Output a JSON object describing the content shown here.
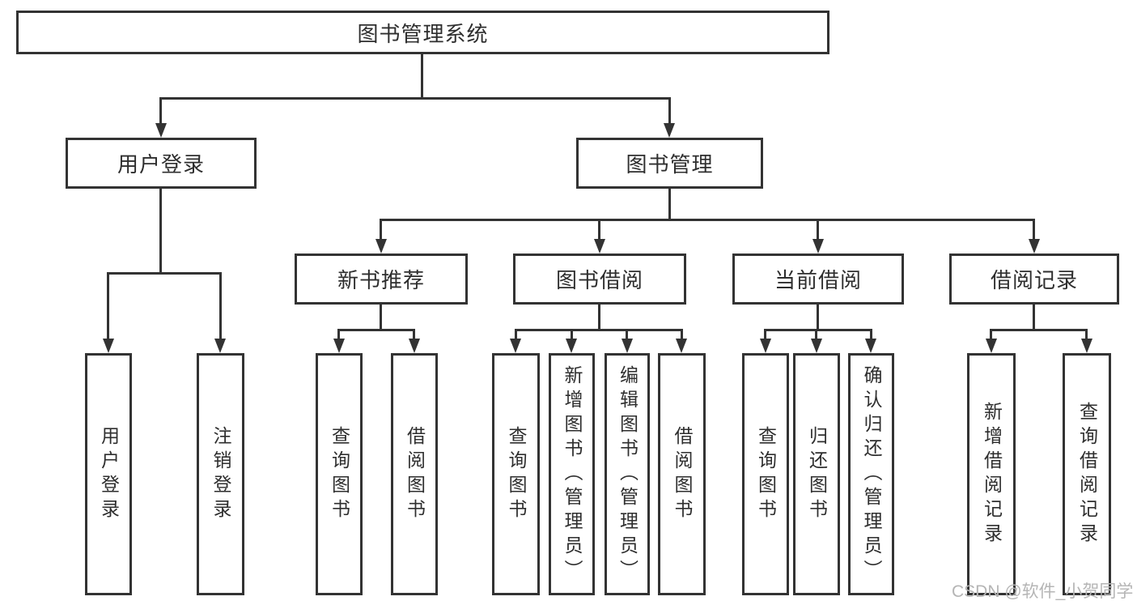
{
  "tree": {
    "root": {
      "label": "图书管理系统",
      "children": [
        {
          "label": "用户登录",
          "children": [
            {
              "label": "用户登录"
            },
            {
              "label": "注销登录"
            }
          ]
        },
        {
          "label": "图书管理",
          "children": [
            {
              "label": "新书推荐",
              "children": [
                {
                  "label": "查询图书"
                },
                {
                  "label": "借阅图书"
                }
              ]
            },
            {
              "label": "图书借阅",
              "children": [
                {
                  "label": "查询图书"
                },
                {
                  "label": "新增图书（管理员）"
                },
                {
                  "label": "编辑图书（管理员）"
                },
                {
                  "label": "借阅图书"
                }
              ]
            },
            {
              "label": "当前借阅",
              "children": [
                {
                  "label": "查询图书"
                },
                {
                  "label": "归还图书"
                },
                {
                  "label": "确认归还（管理员）"
                }
              ]
            },
            {
              "label": "借阅记录",
              "children": [
                {
                  "label": "新增借阅记录"
                },
                {
                  "label": "查询借阅记录"
                }
              ]
            }
          ]
        }
      ]
    }
  },
  "watermark": {
    "text": "CSDN @软件_小贺同学"
  },
  "colors": {
    "line": "#333333",
    "background": "#ffffff",
    "watermark": "#b5b5b5"
  }
}
